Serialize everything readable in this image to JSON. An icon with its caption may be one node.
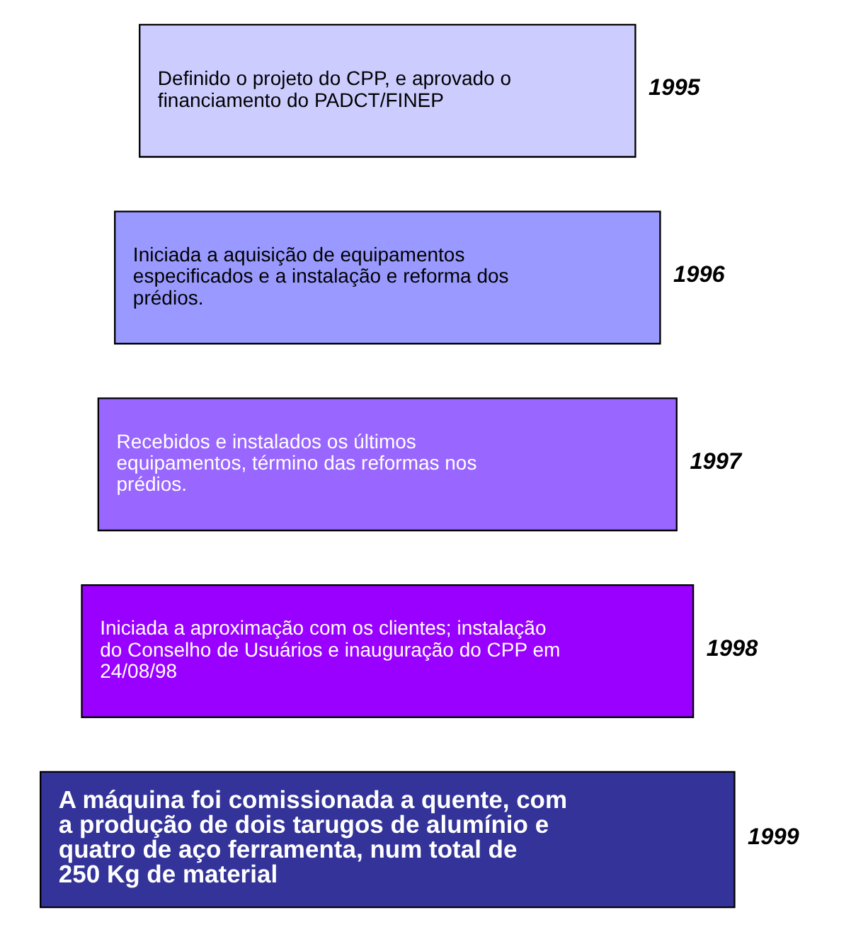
{
  "diagram": {
    "nodes": [
      {
        "text": [
          "Definido o projeto do CPP, e aprovado o financiamento do PADCT/FINEP"
        ],
        "beside": [
          "1995"
        ]
      },
      {
        "text": [
          "Iniciada a aquisição de equipamentos especificados e a instalação e reforma dos prédios."
        ],
        "beside": [
          "1996"
        ]
      },
      {
        "text": [
          "Recebidos e instalados os últimos equipamentos, término das reformas nos prédios."
        ],
        "beside": [
          "1997"
        ]
      },
      {
        "text": [
          "Iniciada a aproximação com os clientes; instalação do Conselho de Usuários e inauguração do CPP em 24/08/98"
        ],
        "beside": [
          "1998"
        ]
      },
      {
        "text": [
          "A máquina foi comissionada a quente, com a produção de dois tarugos de alumínio e quatro de aço ferramenta, num total de 250 Kg de material"
        ],
        "beside": [
          "1999"
        ]
      }
    ]
  }
}
